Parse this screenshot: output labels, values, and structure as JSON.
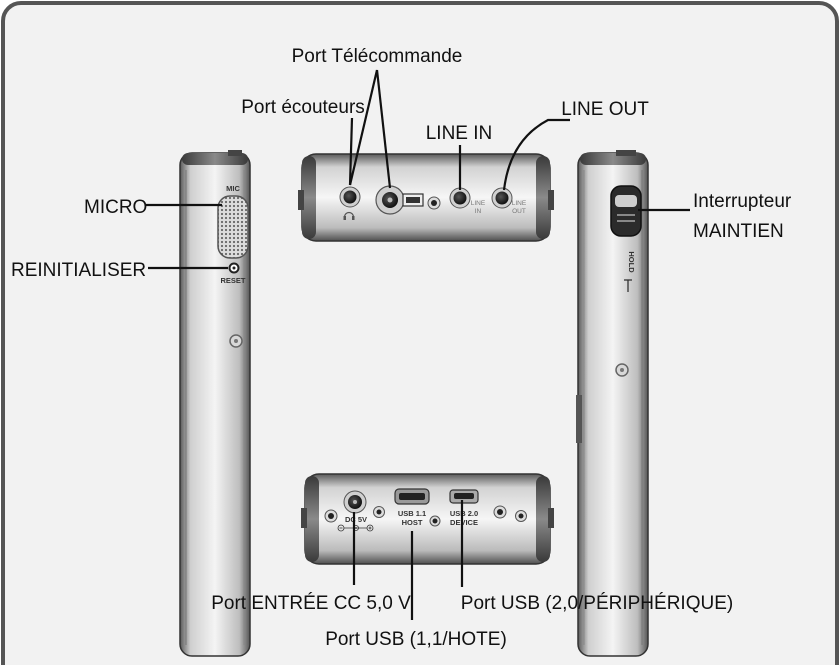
{
  "colors": {
    "frame_border": "#555555",
    "frame_fill": "#f2f2f2",
    "device_body_dark": "#5a5a5a",
    "device_body_light": "#e8e8e8"
  },
  "labels": {
    "port_telecommande": "Port Télécommande",
    "port_ecouteurs": "Port écouteurs",
    "line_in": "LINE IN",
    "line_out": "LINE OUT",
    "micro": "MICRO",
    "reinitialiser": "REINITIALISER",
    "interrupteur_line1": "Interrupteur",
    "interrupteur_line2": "MAINTIEN",
    "port_entree_cc": "Port ENTRÉE CC 5,0 V",
    "port_usb_20": "Port USB (2,0/PÉRIPHÉRIQUE)",
    "port_usb_11": "Port USB (1,1/HOTE)"
  },
  "device_markings": {
    "mic": "MIC",
    "reset": "RESET",
    "hold": "HOLD",
    "line_in_a": "LINE",
    "line_in_b": "IN",
    "line_out_a": "LINE",
    "line_out_b": "OUT",
    "dc5v": "DC 5V",
    "usb11_a": "USB 1.1",
    "usb11_b": "HOST",
    "usb20_a": "USB 2.0",
    "usb20_b": "DEVICE"
  },
  "icons": {
    "headphone": "headphone-icon",
    "polarity": "dc-polarity-icon",
    "hold_arrow": "hold-arrow-icon"
  }
}
